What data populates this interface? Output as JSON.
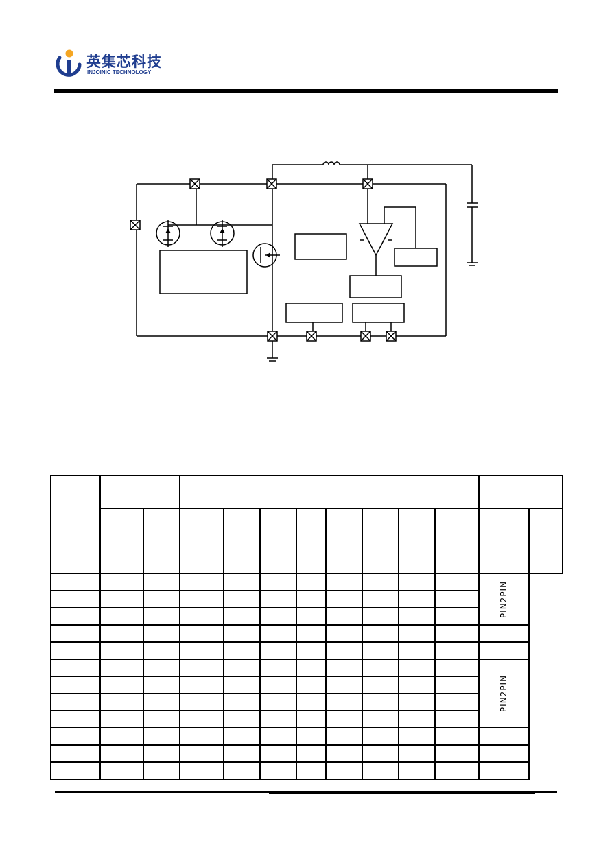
{
  "header": {
    "logo_cn": "英集芯科技",
    "logo_en": "INJOINIC TECHNOLOGY",
    "colors": {
      "brand_blue": "#1f3d8f",
      "brand_orange": "#f5a623"
    }
  },
  "table": {
    "vertical_labels": [
      "PIN2PIN",
      "PIN2PIN"
    ]
  }
}
